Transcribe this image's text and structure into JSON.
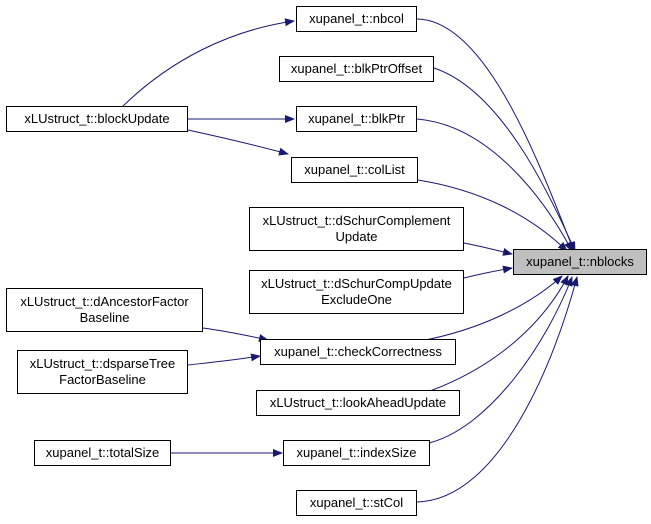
{
  "colors": {
    "edge": "#191970",
    "focus_fill": "#bfbfbf",
    "node_border": "#000000"
  },
  "nodes": {
    "nblocks": [
      "xupanel_t::nblocks"
    ],
    "nbcol": [
      "xupanel_t::nbcol"
    ],
    "blkPtrOffset": [
      "xupanel_t::blkPtrOffset"
    ],
    "blkPtr": [
      "xupanel_t::blkPtr"
    ],
    "colList": [
      "xupanel_t::colList"
    ],
    "dSchurComplementUpdate": [
      "xLUstruct_t::dSchurComplement",
      "Update"
    ],
    "dSchurCompUpdateExcludeOne": [
      "xLUstruct_t::dSchurCompUpdate",
      "ExcludeOne"
    ],
    "checkCorrectness": [
      "xupanel_t::checkCorrectness"
    ],
    "lookAheadUpdate": [
      "xLUstruct_t::lookAheadUpdate"
    ],
    "indexSize": [
      "xupanel_t::indexSize"
    ],
    "stCol": [
      "xupanel_t::stCol"
    ],
    "blockUpdate": [
      "xLUstruct_t::blockUpdate"
    ],
    "dAncestorFactorBaseline": [
      "xLUstruct_t::dAncestorFactor",
      "Baseline"
    ],
    "dsparseTreeFactorBaseline": [
      "xLUstruct_t::dsparseTree",
      "FactorBaseline"
    ],
    "totalSize": [
      "xupanel_t::totalSize"
    ]
  }
}
